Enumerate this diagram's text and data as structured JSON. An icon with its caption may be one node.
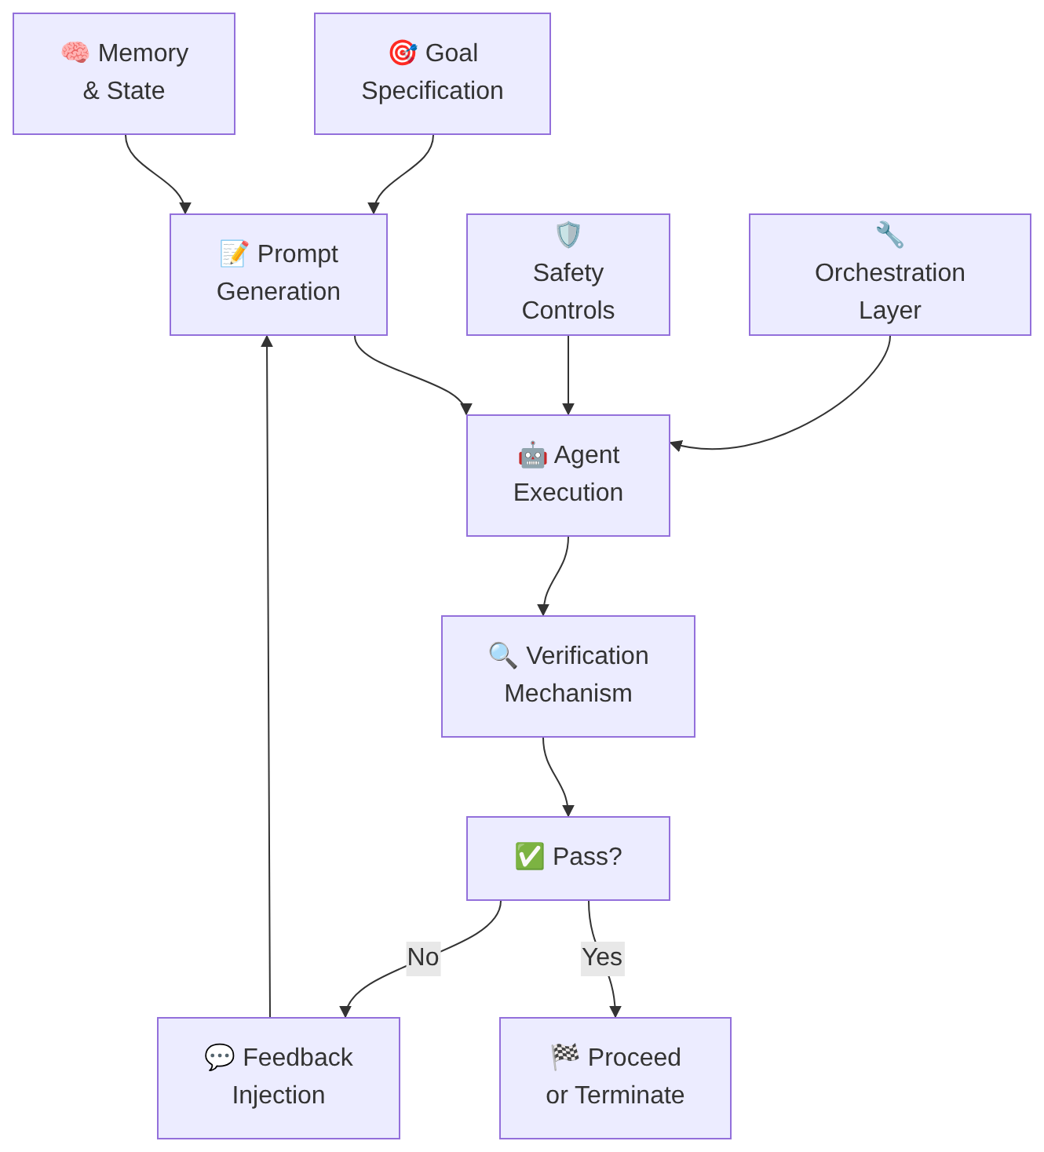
{
  "diagram": {
    "nodes": [
      {
        "text": [
          "🧠 Memory & State"
        ]
      },
      {
        "text": [
          "🎯 Goal Specification"
        ]
      },
      {
        "text": [
          "📝 Prompt Generation"
        ]
      },
      {
        "text": [
          "🛡️ Safety Controls"
        ]
      },
      {
        "text": [
          "🔧 Orchestration Layer"
        ]
      },
      {
        "text": [
          "🤖 Agent Execution"
        ]
      },
      {
        "text": [
          "🔍 Verification Mechanism"
        ]
      },
      {
        "text": [
          "✅ Pass?"
        ]
      },
      {
        "text": [
          "💬 Feedback Injection"
        ]
      },
      {
        "text": [
          "🏁 Proceed or Terminate"
        ]
      }
    ],
    "edges": [
      {
        "from": 0,
        "to": 2,
        "arrow": "to"
      },
      {
        "from": 1,
        "to": 2,
        "arrow": "to"
      },
      {
        "from": 2,
        "to": 5,
        "arrow": "to"
      },
      {
        "from": 3,
        "to": 5,
        "arrow": "to"
      },
      {
        "from": 4,
        "to": 5,
        "arrow": "to"
      },
      {
        "from": 5,
        "to": 6,
        "arrow": "to"
      },
      {
        "from": 6,
        "to": 7,
        "arrow": "to"
      },
      {
        "from": 7,
        "to": 8,
        "arrow": "to",
        "label": "No"
      },
      {
        "from": 7,
        "to": 9,
        "arrow": "to",
        "label": "Yes"
      },
      {
        "from": 8,
        "to": 2,
        "arrow": "to"
      }
    ]
  }
}
